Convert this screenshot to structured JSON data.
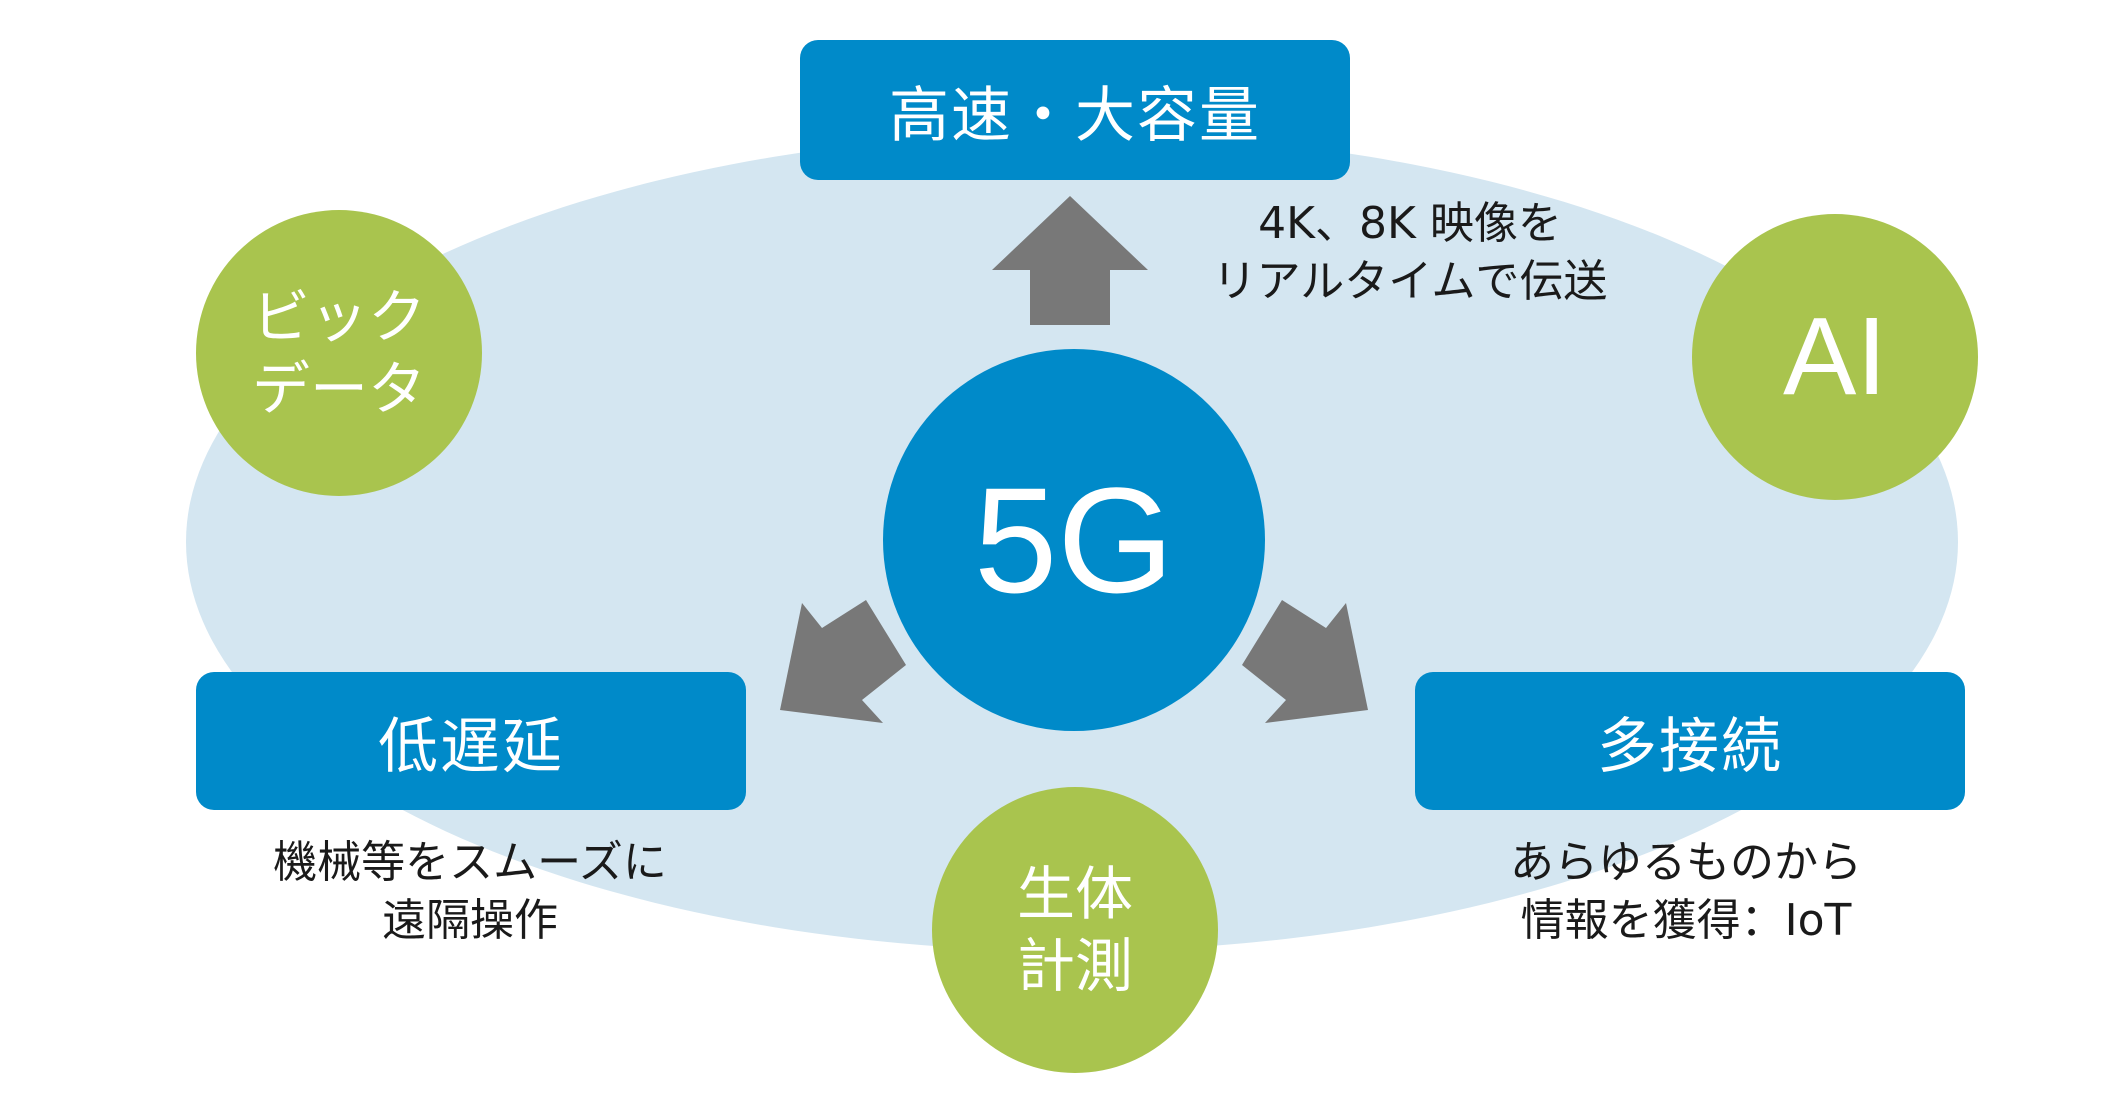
{
  "center": {
    "label": "5G"
  },
  "features": {
    "top": {
      "label": "高速・大容量",
      "caption": [
        "4K、8K 映像を",
        "リアルタイムで伝送"
      ]
    },
    "left": {
      "label": "低遅延",
      "caption": [
        "機械等をスムーズに",
        "遠隔操作"
      ]
    },
    "right": {
      "label": "多接続",
      "caption": [
        "あらゆるものから",
        "情報を獲得：IoT"
      ]
    }
  },
  "applications": {
    "big_data": [
      "ビック",
      "データ"
    ],
    "ai": "AI",
    "biometrics": [
      "生体",
      "計測"
    ]
  },
  "colors": {
    "blue": "#008ac9",
    "green": "#a9c44e",
    "ellipse": "#d4e6f1",
    "arrow": "#787878",
    "text": "#1a1a1a"
  }
}
